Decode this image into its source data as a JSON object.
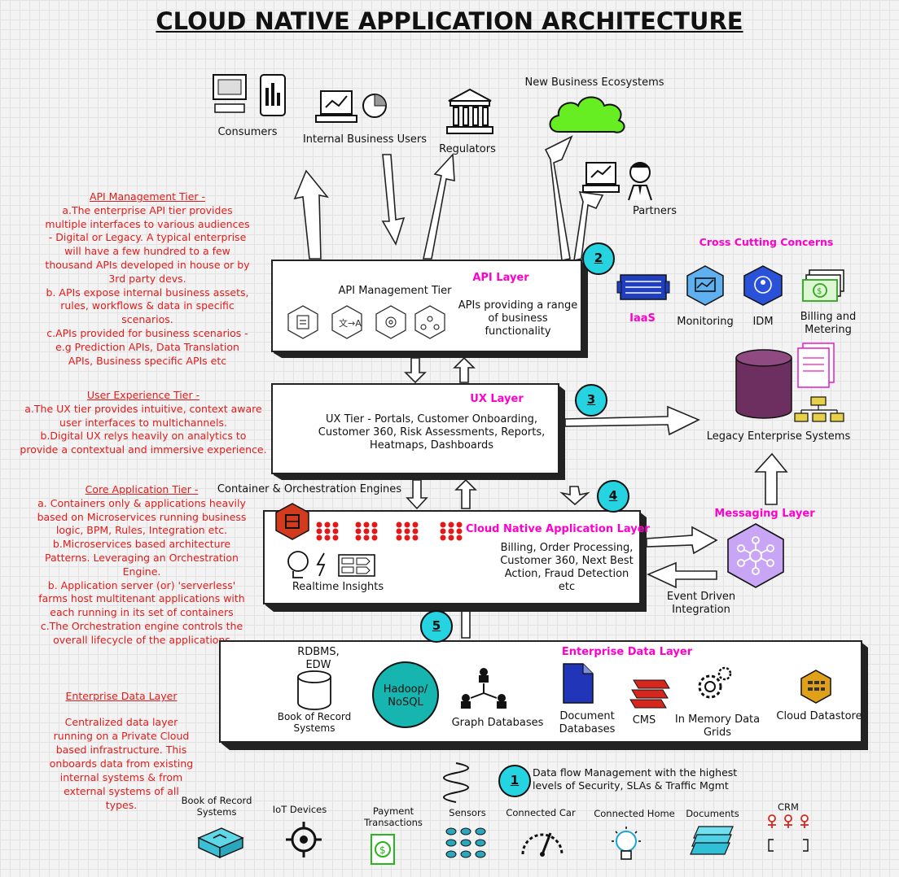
{
  "title": "CLOUD NATIVE APPLICATION ARCHITECTURE",
  "audiences": {
    "consumers": "Consumers",
    "internal_users": "Internal Business Users",
    "regulators": "Regulators",
    "ecosystems": "New Business Ecosystems",
    "partners": "Partners"
  },
  "api_notes": {
    "heading": "API Management Tier -",
    "lines": [
      "a.The enterprise API tier provides",
      "multiple interfaces to various audiences",
      "- Digital or Legacy. A typical enterprise",
      "will have a few hundred to a few",
      "thousand APIs developed in house or by",
      "3rd party devs.",
      "b. APIs expose internal business assets,",
      "rules, workflows & data in specific",
      "scenarios.",
      "c.APIs provided for business scenarios -",
      "e.g Prediction APIs, Data Translation",
      "APIs, Business specific APIs etc"
    ]
  },
  "ux_notes": {
    "heading": "User Experience  Tier -",
    "lines": [
      "a.The UX tier provides intuitive, context aware",
      "user interfaces to multichannels.",
      "b.Digital UX relys heavily on analytics to",
      "provide a contextual and immersive experience."
    ]
  },
  "core_notes": {
    "heading": "Core Application Tier -",
    "lines": [
      "a. Containers only & applications heavily",
      "based on Microservices running business",
      "logic, BPM, Rules, Integration etc.",
      "b.Microservices based architecture",
      "Patterns. Leveraging an Orchestration",
      "Engine.",
      "b. Application server (or) 'serverless'",
      "farms host multitenant applications with",
      "each running in its set of containers",
      "c.The Orchestration engine controls the",
      "overall lifecycle of the applications"
    ]
  },
  "data_notes": {
    "heading": "Enterprise Data Layer",
    "lines": [
      "Centralized data layer",
      "running on a Private Cloud",
      "based infrastructure. This",
      "onboards data from existing",
      "internal systems & from",
      "external systems  of all",
      "types."
    ]
  },
  "api_layer": {
    "label": "API Layer",
    "tier": "API Management Tier",
    "desc": [
      "APIs providing a range",
      "of business",
      "functionality"
    ]
  },
  "ux_layer": {
    "label": "UX Layer",
    "desc": [
      "UX Tier - Portals, Customer Onboarding,",
      "Customer 360, Risk Assessments, Reports,",
      "Heatmaps, Dashboards"
    ]
  },
  "app_layer": {
    "engines": "Container & Orchestration Engines",
    "label": "Cloud Native Application Layer",
    "desc": [
      "Billing, Order Processing,",
      "Customer 360, Next Best",
      "Action, Fraud Detection",
      "etc"
    ],
    "insights": "Realtime Insights"
  },
  "data_layer": {
    "label": "Enterprise Data Layer",
    "rdbms": [
      "RDBMS,",
      "EDW"
    ],
    "book": [
      "Book of Record",
      "Systems"
    ],
    "hadoop": [
      "Hadoop/",
      "NoSQL"
    ],
    "graph": "Graph Databases",
    "document": [
      "Document",
      "Databases"
    ],
    "cms": "CMS",
    "inmemory": [
      "In Memory Data",
      "Grids"
    ],
    "cloud": "Cloud Datastore"
  },
  "cross_cutting": {
    "heading": "Cross Cutting Concerns",
    "iaas": "IaaS",
    "monitoring": "Monitoring",
    "idm": "IDM",
    "billing": [
      "Billing and",
      "Metering"
    ]
  },
  "legacy": "Legacy Enterprise Systems",
  "messaging": "Messaging Layer",
  "event_driven": [
    "Event Driven",
    "Integration"
  ],
  "badges": [
    "1",
    "2",
    "3",
    "4",
    "5"
  ],
  "dataflow": [
    "Data flow Management with the highest",
    "levels of Security, SLAs & Traffic Mgmt"
  ],
  "sources": {
    "book": [
      "Book of Record",
      "Systems"
    ],
    "iot": "IoT Devices",
    "payment": [
      "Payment",
      "Transactions"
    ],
    "sensors": "Sensors",
    "car": "Connected Car",
    "home": "Connected Home",
    "documents": "Documents",
    "crm": "CRM"
  },
  "colors": {
    "notes": "#e41b1b",
    "magenta": "#ff00cc",
    "badge": "#26d3e0",
    "cloud": "#66ee22",
    "hadoop": "#17b5b0",
    "legacy_db": "#6d2e60",
    "messaging": "#c9a6f5",
    "container": "#d23b1e"
  }
}
